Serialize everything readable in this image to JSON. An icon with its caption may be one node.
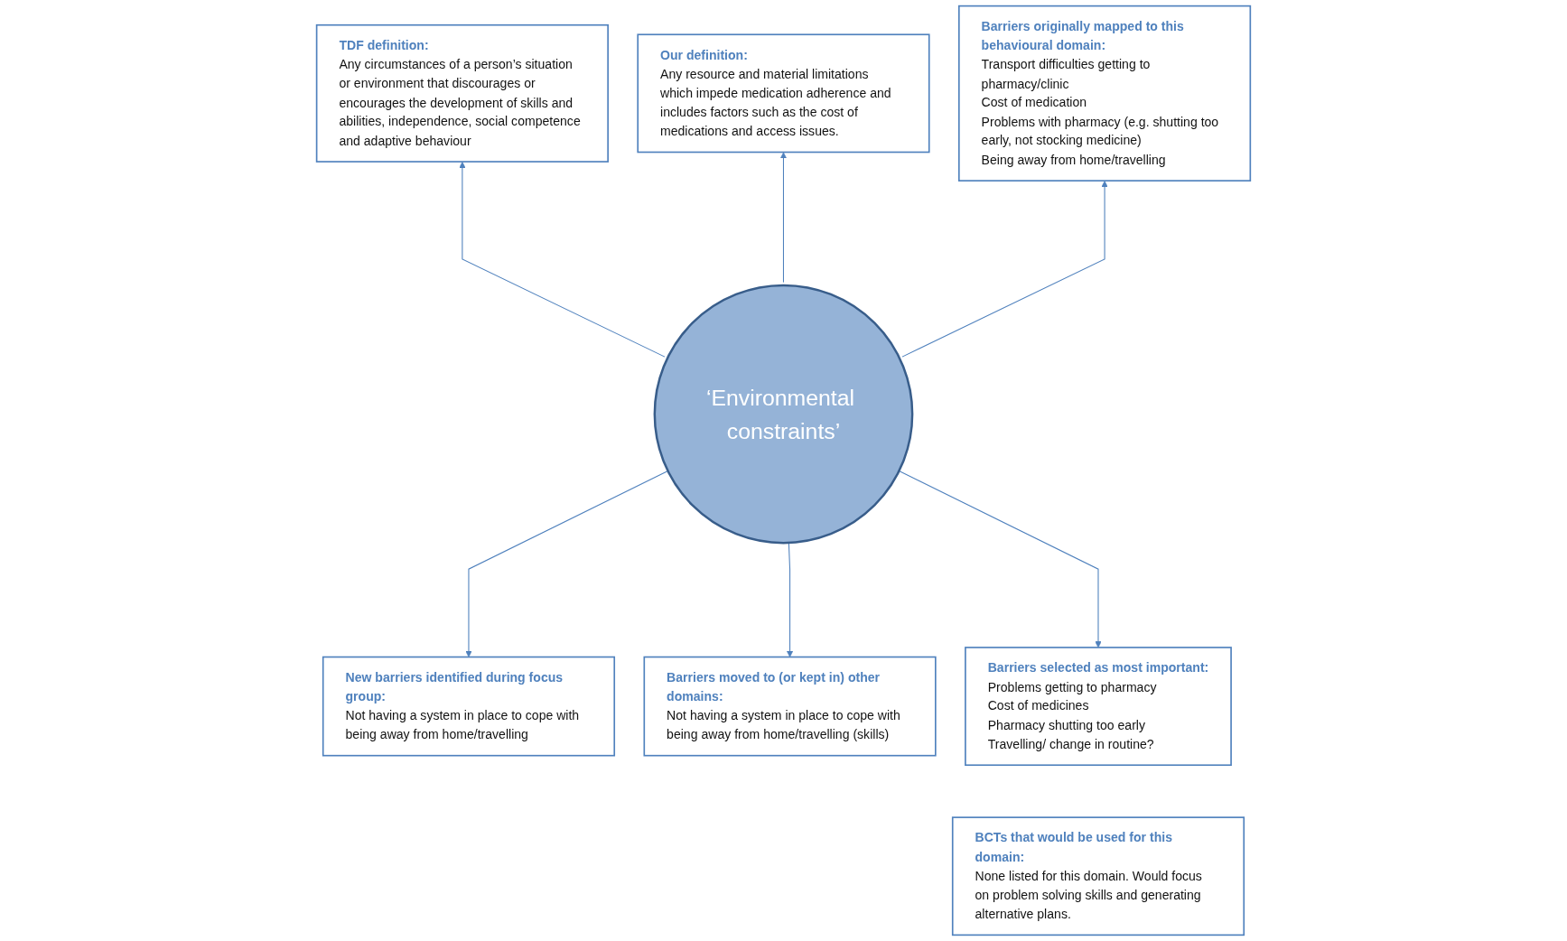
{
  "diagram": {
    "nodes": [
      {
        "text": [
          "TDF definition:",
          "Any circumstances of a person’s situation or environment that discourages or encourages the development of skills and abilities, independence, social competence and adaptive behaviour"
        ]
      },
      {
        "text": [
          "Our definition:",
          "Any resource and material limitations which impede medication adherence and includes factors such as the cost of medications and access issues."
        ]
      },
      {
        "text": [
          "Barriers originally mapped to this behavioural domain:",
          "Transport difficulties getting to pharmacy/clinic",
          "Cost of medication",
          "Problems with pharmacy (e.g. shutting too early, not stocking medicine)",
          "Being away from home/travelling"
        ]
      },
      {
        "text": [
          "‘Environmental constraints’"
        ]
      },
      {
        "text": [
          "New barriers identified during focus group:",
          "Not having a system in place to cope with being away from home/travelling"
        ]
      },
      {
        "text": [
          "Barriers moved to (or kept in) other domains:",
          "Not having a system in place to cope with being away from home/travelling (skills)"
        ]
      },
      {
        "text": [
          "Barriers selected as most important:",
          "Problems getting to pharmacy",
          "Cost of medicines",
          "Pharmacy shutting too early",
          "Travelling/ change in routine?"
        ]
      },
      {
        "text": [
          "BCTs that would be used for this domain:",
          "None listed for this domain. Would focus on problem solving skills and generating alternative plans."
        ]
      }
    ],
    "edges": [
      {
        "from": 3,
        "to": 0,
        "arrow": "to"
      },
      {
        "from": 3,
        "to": 1,
        "arrow": "to"
      },
      {
        "from": 3,
        "to": 2,
        "arrow": "to"
      },
      {
        "from": 3,
        "to": 4,
        "arrow": "to"
      },
      {
        "from": 3,
        "to": 5,
        "arrow": "to"
      },
      {
        "from": 3,
        "to": 6,
        "arrow": "to"
      }
    ]
  }
}
